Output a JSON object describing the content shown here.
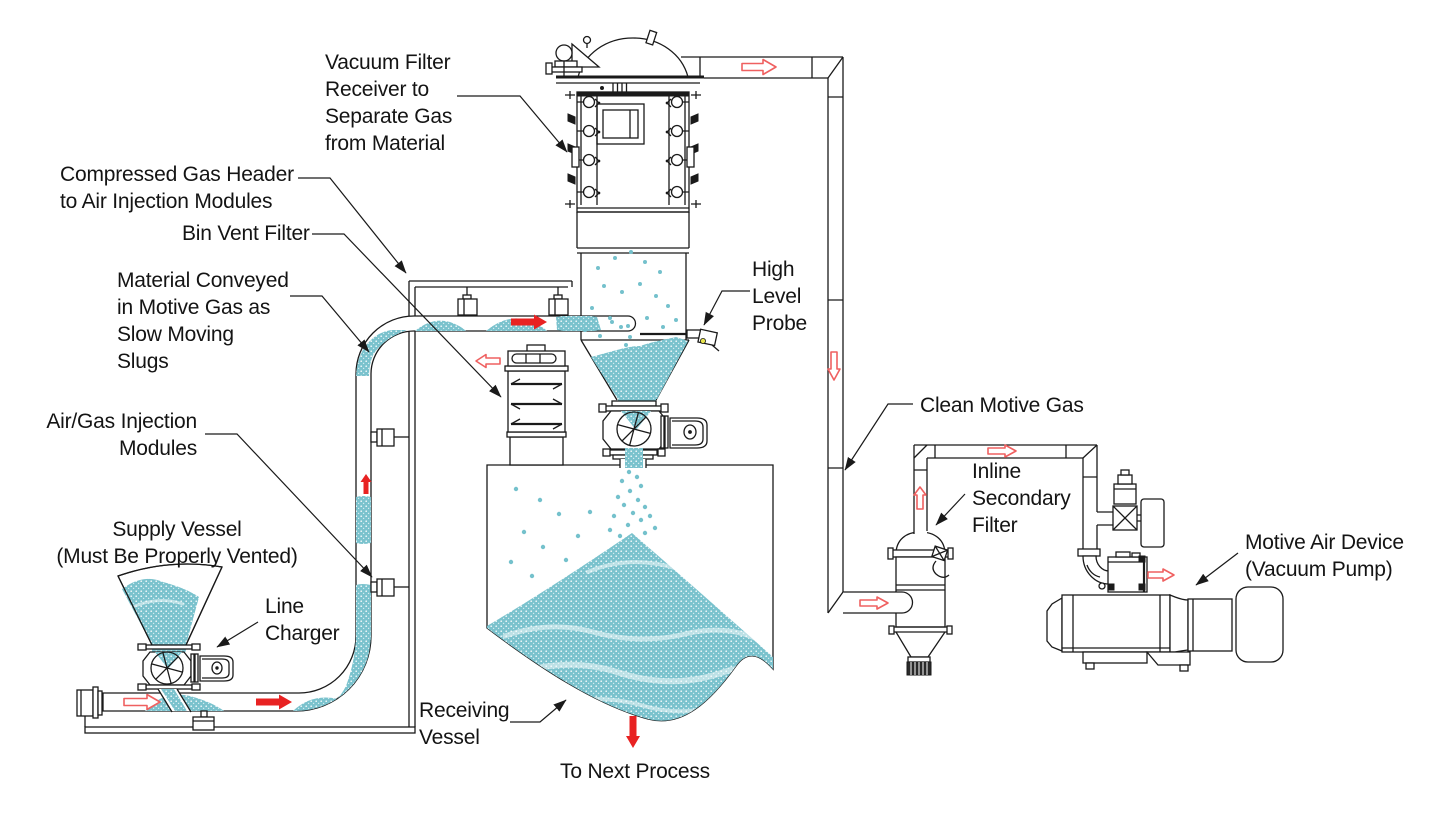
{
  "diagram": {
    "type": "process-flow-diagram",
    "subject": "Vacuum conveying system with filter receiver, line charger and vacuum pump",
    "colors": {
      "line": "#1a1a1a",
      "material": "#7ac2cd",
      "solid_flow_arrow": "#e82222",
      "hollow_flow_arrow": "#ef6060",
      "probe_tip_accent": "#e8e44c",
      "background": "#ffffff"
    },
    "labels": {
      "vacuum_filter_receiver": {
        "lines": [
          "Vacuum Filter",
          "Receiver to",
          "Separate Gas",
          "from Material"
        ]
      },
      "compressed_gas_header": {
        "lines": [
          "Compressed Gas Header",
          "to Air Injection Modules"
        ]
      },
      "bin_vent_filter": {
        "lines": [
          "Bin Vent Filter"
        ]
      },
      "material_conveyed": {
        "lines": [
          "Material Conveyed",
          "in Motive Gas as",
          "Slow Moving",
          "Slugs"
        ]
      },
      "air_gas_injection_modules": {
        "lines": [
          "Air/Gas Injection",
          "Modules"
        ]
      },
      "supply_vessel": {
        "lines": [
          "Supply Vessel",
          "(Must Be Properly Vented)"
        ]
      },
      "line_charger": {
        "lines": [
          "Line",
          "Charger"
        ]
      },
      "high_level_probe": {
        "lines": [
          "High",
          "Level",
          "Probe"
        ]
      },
      "clean_motive_gas": {
        "lines": [
          "Clean Motive Gas"
        ]
      },
      "inline_secondary_filter": {
        "lines": [
          "Inline",
          "Secondary",
          "Filter"
        ]
      },
      "motive_air_device": {
        "lines": [
          "Motive Air Device",
          "(Vacuum Pump)"
        ]
      },
      "receiving_vessel": {
        "lines": [
          "Receiving",
          "Vessel"
        ]
      },
      "to_next_process": {
        "lines": [
          "To Next Process"
        ]
      }
    },
    "flow_arrows": [
      {
        "style": "hollow",
        "direction": "right",
        "location": "conveying line start"
      },
      {
        "style": "solid",
        "direction": "right",
        "location": "conveying line bottom run"
      },
      {
        "style": "solid",
        "direction": "up",
        "location": "conveying line vertical run"
      },
      {
        "style": "solid",
        "direction": "right",
        "location": "conveying line top run"
      },
      {
        "style": "hollow",
        "direction": "left",
        "location": "bin vent filter exhaust"
      },
      {
        "style": "hollow",
        "direction": "right",
        "location": "receiver gas outlet"
      },
      {
        "style": "hollow",
        "direction": "down",
        "location": "clean motive gas drop"
      },
      {
        "style": "hollow",
        "direction": "right",
        "location": "inline filter inlet"
      },
      {
        "style": "hollow",
        "direction": "up",
        "location": "inline filter outlet"
      },
      {
        "style": "hollow",
        "direction": "right",
        "location": "pipe to vacuum pump"
      },
      {
        "style": "hollow",
        "direction": "right",
        "location": "vacuum pump inlet"
      },
      {
        "style": "solid",
        "direction": "down",
        "location": "to next process"
      }
    ]
  }
}
